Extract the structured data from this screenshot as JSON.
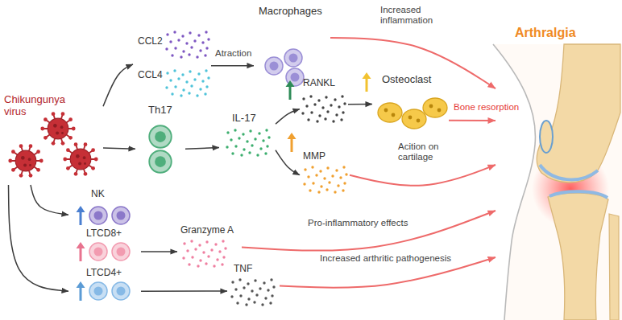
{
  "diagram": {
    "nodes": [
      {
        "text": [
          "Chikungunya virus"
        ]
      },
      {
        "text": [
          "CCL2",
          "CCL4"
        ]
      },
      {
        "text": [
          "Macrophages"
        ]
      },
      {
        "text": [
          "Th17"
        ]
      },
      {
        "text": [
          "IL-17"
        ]
      },
      {
        "text": [
          "RANKL"
        ]
      },
      {
        "text": [
          "Osteoclast"
        ]
      },
      {
        "text": [
          "MMP"
        ]
      },
      {
        "text": [
          "NK"
        ]
      },
      {
        "text": [
          "LTCD8+"
        ]
      },
      {
        "text": [
          "Granzyme A"
        ]
      },
      {
        "text": [
          "LTCD4+"
        ]
      },
      {
        "text": [
          "TNF"
        ]
      },
      {
        "text": [
          "Arthralgia"
        ]
      }
    ],
    "edges": [
      {
        "from": 0,
        "to": 1,
        "arrow": "to"
      },
      {
        "from": 1,
        "to": 2,
        "label": "Atraction",
        "arrow": "to"
      },
      {
        "from": 2,
        "to": 13,
        "label": "Increased inflammation",
        "arrow": "to"
      },
      {
        "from": 0,
        "to": 3,
        "arrow": "to"
      },
      {
        "from": 3,
        "to": 4,
        "arrow": "to"
      },
      {
        "from": 4,
        "to": 5,
        "arrow": "to"
      },
      {
        "from": 4,
        "to": 7,
        "arrow": "to"
      },
      {
        "from": 5,
        "to": 6,
        "arrow": "to"
      },
      {
        "from": 6,
        "to": 13,
        "label": "Bone resorption",
        "arrow": "to"
      },
      {
        "from": 7,
        "to": 13,
        "label": "Acition on cartilage",
        "arrow": "to"
      },
      {
        "from": 0,
        "to": 8,
        "arrow": "to"
      },
      {
        "from": 9,
        "to": 10,
        "arrow": "to"
      },
      {
        "from": 10,
        "to": 13,
        "label": "Pro-inflammatory effects",
        "arrow": "to"
      },
      {
        "from": 0,
        "to": 11,
        "arrow": "to"
      },
      {
        "from": 11,
        "to": 12,
        "arrow": "to"
      },
      {
        "from": 12,
        "to": 13,
        "label": "Increased arthritic pathogenesis",
        "arrow": "to"
      }
    ]
  }
}
